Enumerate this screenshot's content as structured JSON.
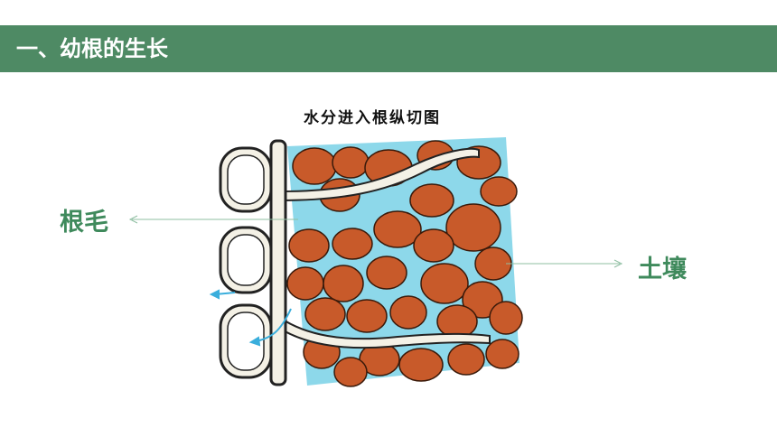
{
  "header": {
    "title": "一、幼根的生长",
    "bar_color": "#4e8a64"
  },
  "figure": {
    "title": "水分进入根纵切图",
    "colors": {
      "soil_particle": "#c85a2a",
      "water": "#7fd3e6",
      "cell_wall": "#222222"
    }
  },
  "callouts": {
    "root_hair": "根毛",
    "soil": "土壤",
    "text_color": "#3f8a5c",
    "line_color": "#8fbfa2"
  }
}
